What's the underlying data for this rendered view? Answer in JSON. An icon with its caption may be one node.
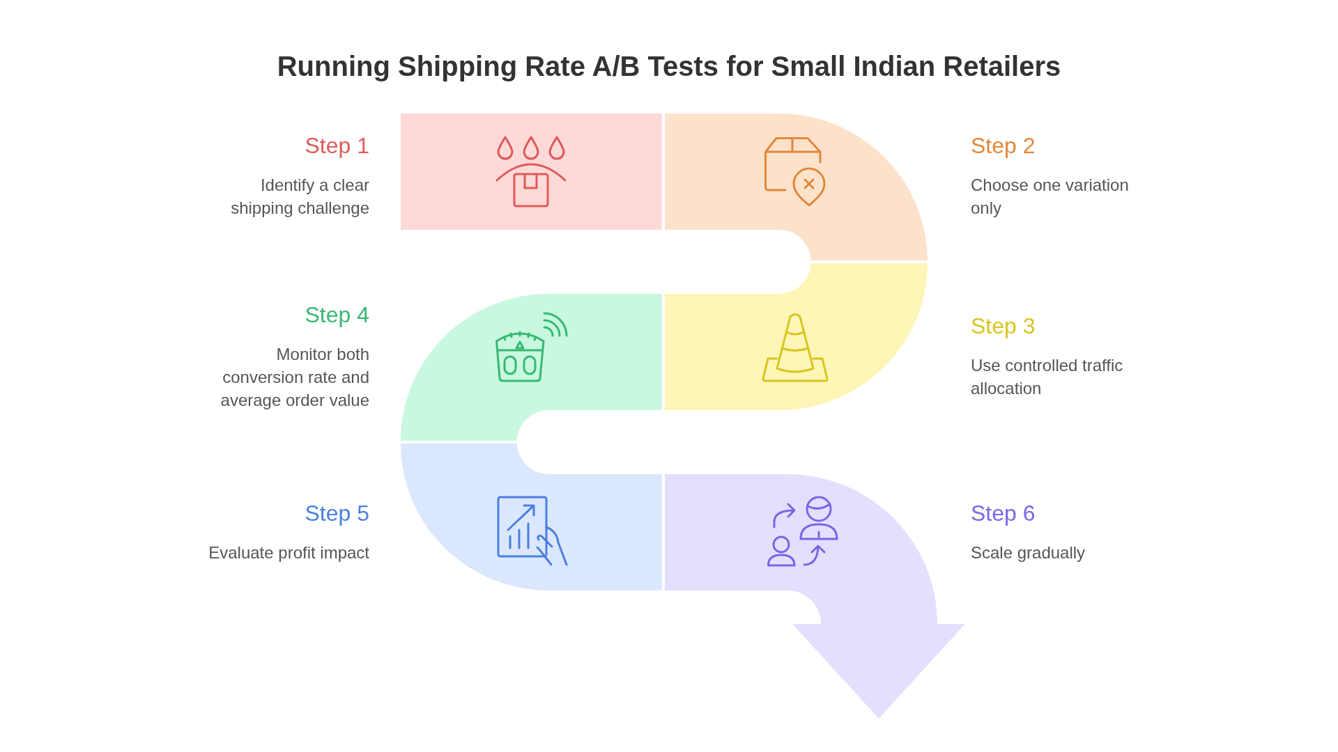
{
  "diagram": {
    "title": "Running Shipping Rate A/B Tests for Small Indian Retailers",
    "nodes": [
      {
        "text": [
          "Step 1",
          "Identify a clear shipping challenge"
        ]
      },
      {
        "text": [
          "Step 2",
          "Choose one variation only"
        ]
      },
      {
        "text": [
          "Step 3",
          "Use controlled traffic allocation"
        ]
      },
      {
        "text": [
          "Step 4",
          "Monitor both conversion rate and average order value"
        ]
      },
      {
        "text": [
          "Step 5",
          "Evaluate profit impact"
        ]
      },
      {
        "text": [
          "Step 6",
          "Scale gradually"
        ]
      }
    ]
  }
}
